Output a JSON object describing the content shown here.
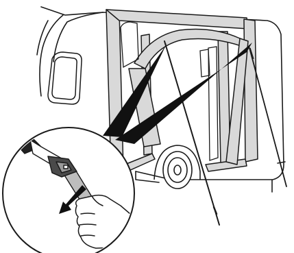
{
  "figure": {
    "subject": "caravan-awning-strap-tensioning",
    "colors": {
      "line": "#1a1a1a",
      "awning_frame": "#d9d9d9",
      "shadow_wedge": "#111111",
      "background": "#ffffff",
      "arrow": "#111111"
    },
    "parts": [
      "caravan-body",
      "caravan-window",
      "caravan-wheel",
      "awning-frame",
      "awning-arch",
      "guy-pole",
      "guy-line",
      "detail-callout",
      "strap-buckle",
      "hand",
      "pull-direction-arrow"
    ]
  }
}
